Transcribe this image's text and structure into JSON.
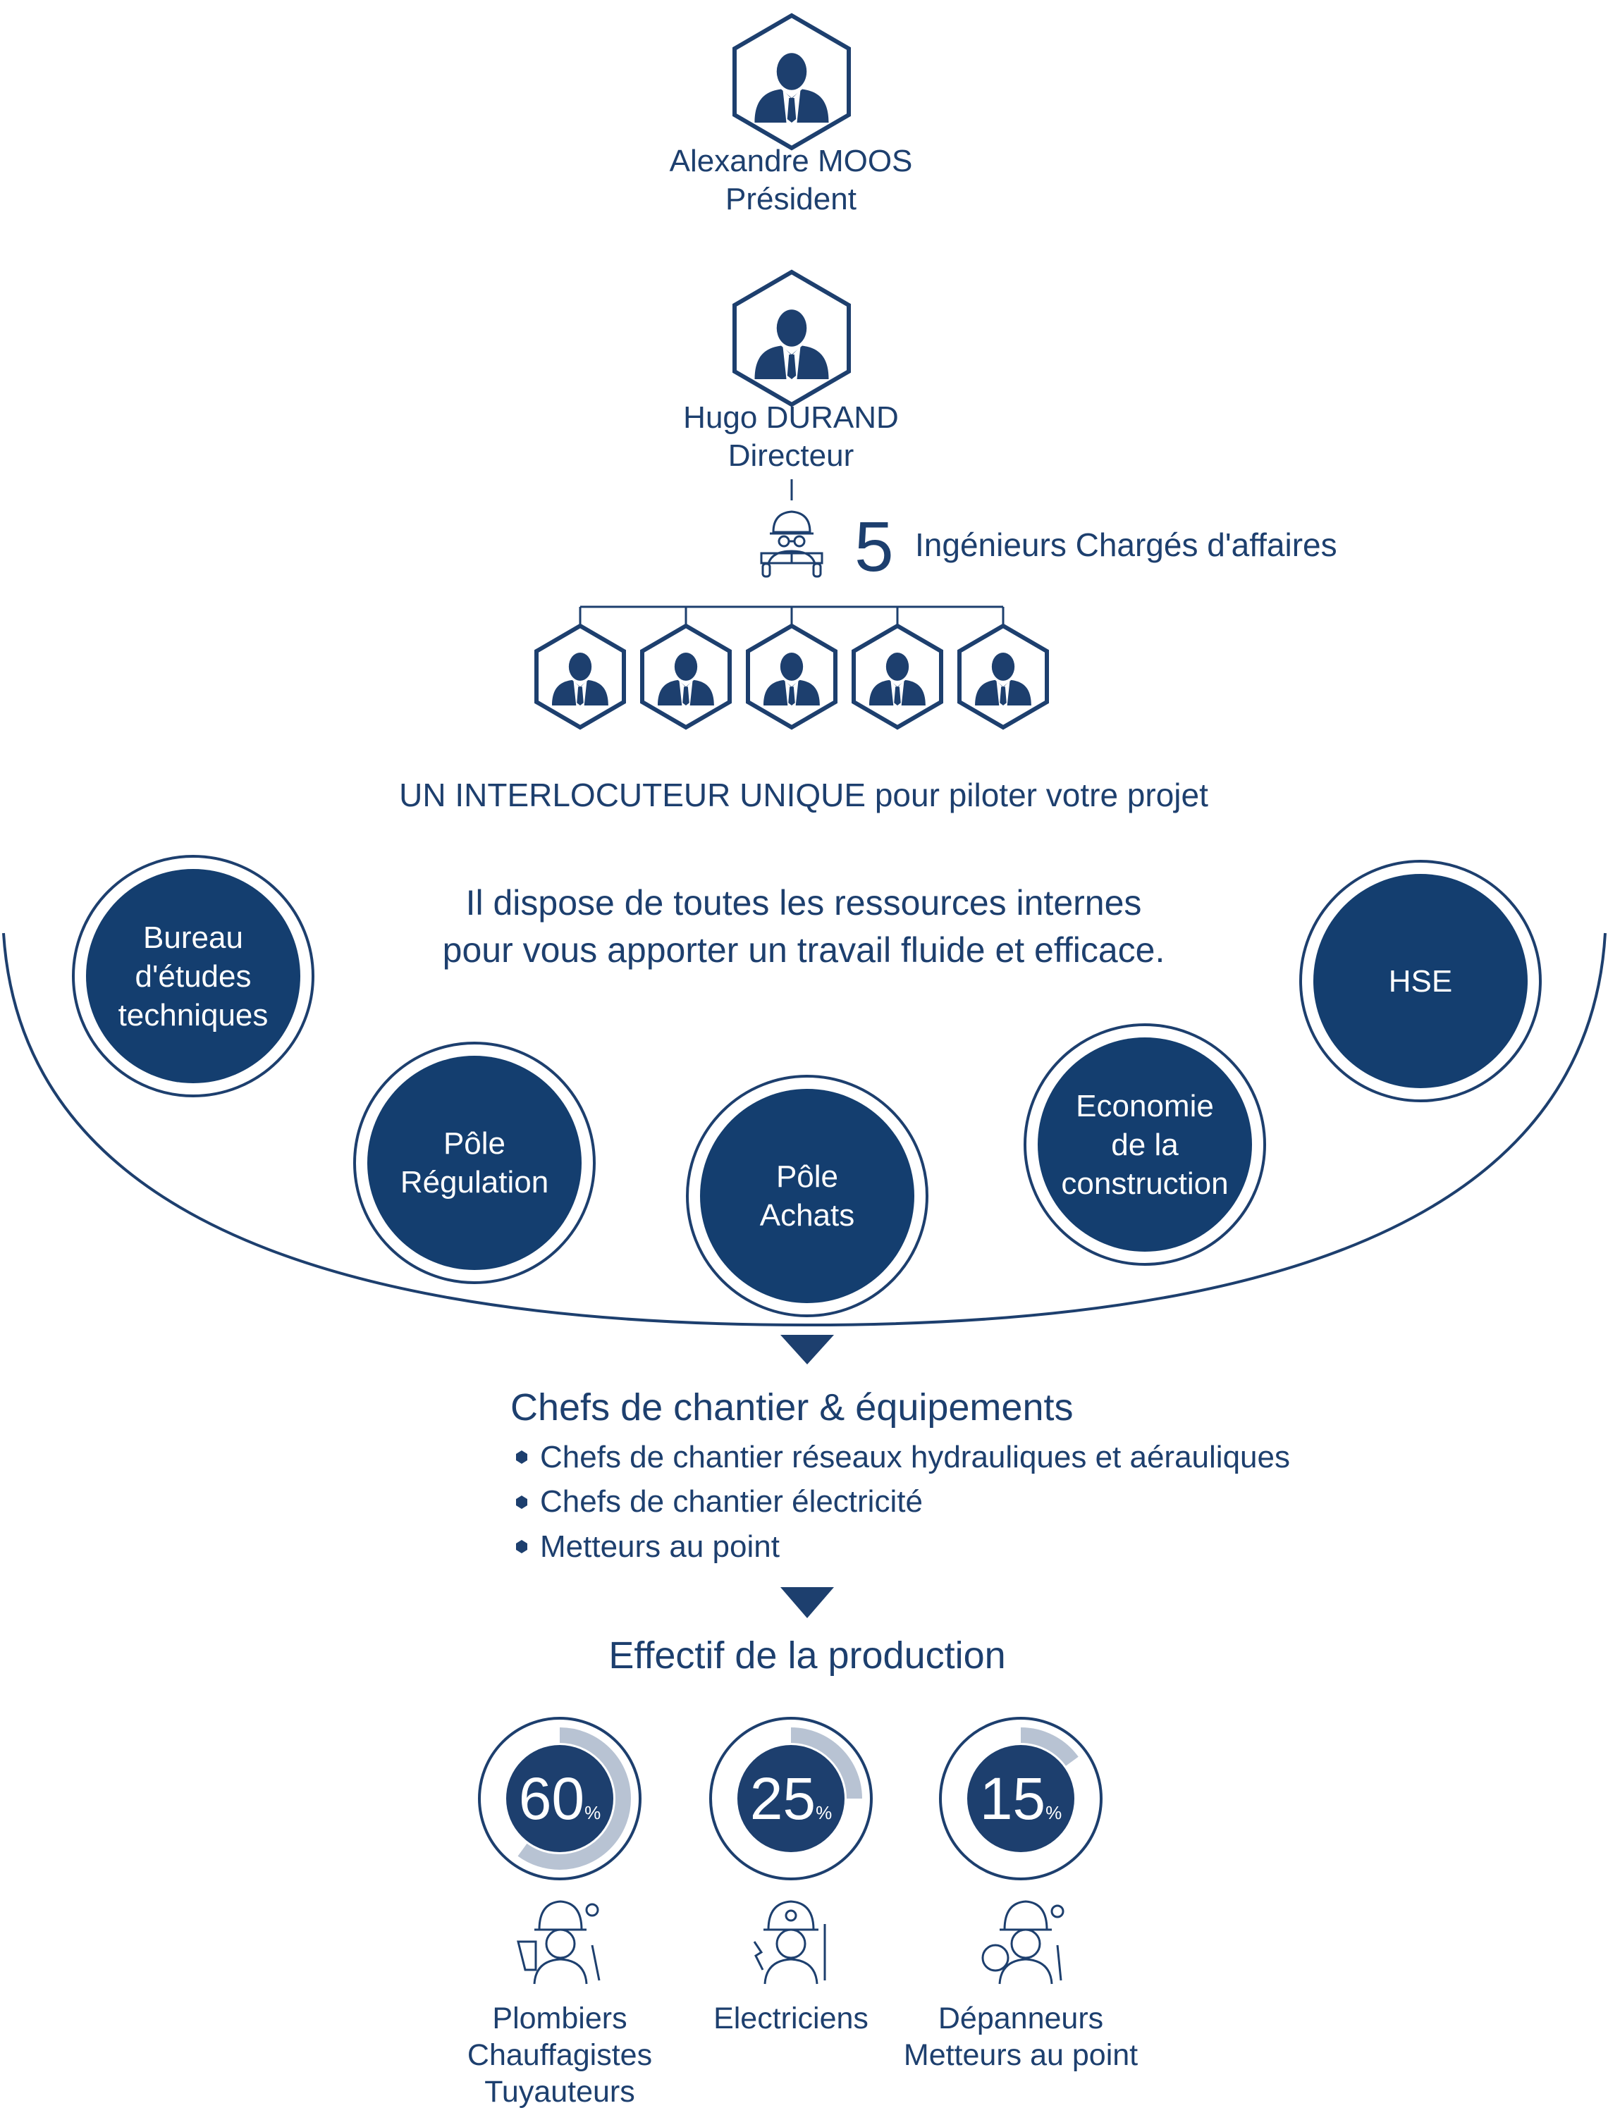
{
  "president": {
    "name": "Alexandre MOOS",
    "role": "Président"
  },
  "director": {
    "name": "Hugo DURAND",
    "role": "Directeur"
  },
  "engineers": {
    "count": "5",
    "label": "Ingénieurs Chargés d'affaires"
  },
  "interlocutor": {
    "emphasis": "UN INTERLOCUTEUR UNIQUE",
    "rest": " pour piloter votre projet"
  },
  "resources": {
    "line1": "Il dispose de toutes les ressources internes",
    "line2": "pour vous apporter un travail fluide et efficace."
  },
  "departments": [
    {
      "lines": [
        "Bureau",
        "d'études",
        "techniques"
      ]
    },
    {
      "lines": [
        "Pôle",
        "Régulation"
      ]
    },
    {
      "lines": [
        "Pôle",
        "Achats"
      ]
    },
    {
      "lines": [
        "Economie",
        "de la",
        "construction"
      ]
    },
    {
      "lines": [
        "HSE"
      ]
    }
  ],
  "site_managers": {
    "title": "Chefs de chantier & équipements",
    "items": [
      "Chefs de chantier réseaux hydrauliques et aérauliques",
      "Chefs de chantier électricité",
      "Metteurs au point"
    ]
  },
  "production": {
    "title": "Effectif de la production",
    "groups": [
      {
        "percent": 60,
        "value_label": "60",
        "unit": "%",
        "lines": [
          "Plombiers",
          "Chauffagistes",
          "Tuyauteurs"
        ],
        "icon": "plumber-icon"
      },
      {
        "percent": 25,
        "value_label": "25",
        "unit": "%",
        "lines": [
          "Electriciens"
        ],
        "icon": "electrician-icon"
      },
      {
        "percent": 15,
        "value_label": "15",
        "unit": "%",
        "lines": [
          "Dépanneurs",
          "Metteurs au point"
        ],
        "icon": "repairman-icon"
      }
    ]
  },
  "colors": {
    "primary": "#1d3f6e",
    "ring_light": "#b8c3d3",
    "white": "#ffffff"
  }
}
